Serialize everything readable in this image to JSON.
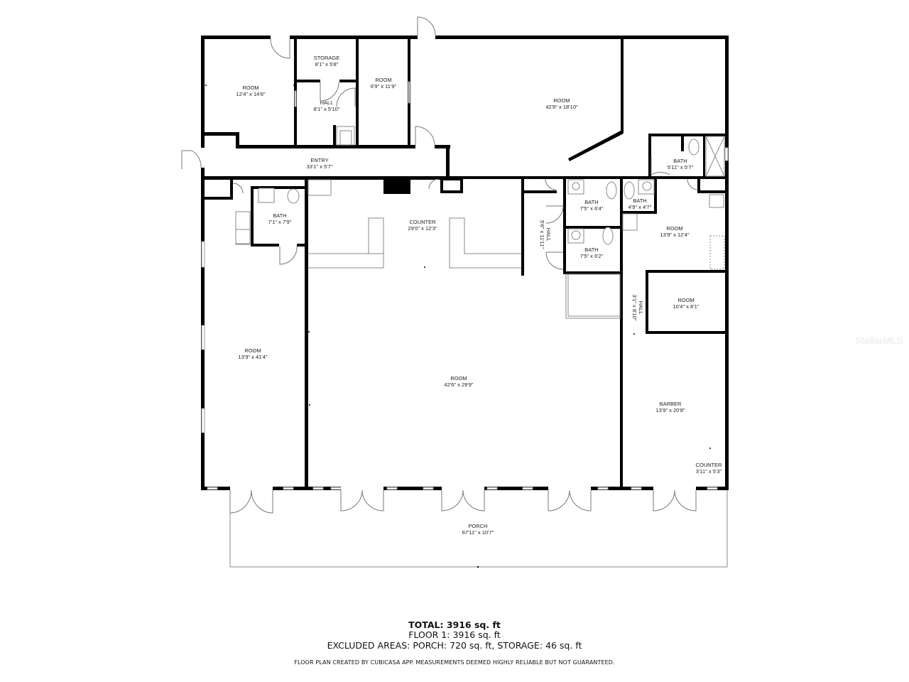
{
  "rooms": [
    {
      "id": "room-nw",
      "name": "ROOM",
      "dims": "12'4\" x 14'6\""
    },
    {
      "id": "storage",
      "name": "STORAGE",
      "dims": "8'1\" x 5'8\""
    },
    {
      "id": "hall-north",
      "name": "HALL",
      "dims": "8'1\" x 5'10\""
    },
    {
      "id": "room-small-north",
      "name": "ROOM",
      "dims": "6'9\" x 11'9\""
    },
    {
      "id": "room-large-north",
      "name": "ROOM",
      "dims": "42'8\" x 18'10\""
    },
    {
      "id": "entry",
      "name": "ENTRY",
      "dims": "33'1\" x 5'7\""
    },
    {
      "id": "bath-ne",
      "name": "BATH",
      "dims": "5'11\" x 5'7\""
    },
    {
      "id": "bath-west",
      "name": "BATH",
      "dims": "7'1\" x 7'9\""
    },
    {
      "id": "counter-main",
      "name": "COUNTER",
      "dims": "29'0\" x 12'3\""
    },
    {
      "id": "hall-center",
      "name": "HALL",
      "dims": "5'6\" x 11'11\""
    },
    {
      "id": "bath-center-upper",
      "name": "BATH",
      "dims": "7'5\" x 6'4\""
    },
    {
      "id": "bath-center-lower",
      "name": "BATH",
      "dims": "7'5\" x 6'2\""
    },
    {
      "id": "bath-small",
      "name": "BATH",
      "dims": "4'9\" x 4'7\""
    },
    {
      "id": "room-east",
      "name": "ROOM",
      "dims": "13'9\" x 12'4\""
    },
    {
      "id": "hall-east",
      "name": "HALL",
      "dims": "3'1\" x 8'10\""
    },
    {
      "id": "room-east-small",
      "name": "ROOM",
      "dims": "10'4\" x 8'1\""
    },
    {
      "id": "room-west-long",
      "name": "ROOM",
      "dims": "13'9\" x 41'4\""
    },
    {
      "id": "room-main",
      "name": "ROOM",
      "dims": "42'6\" x 29'9\""
    },
    {
      "id": "barber",
      "name": "BARBER",
      "dims": "13'9\" x 20'8\""
    },
    {
      "id": "counter-barber",
      "name": "COUNTER",
      "dims": "3'11\" x 5'3\""
    },
    {
      "id": "porch",
      "name": "PORCH",
      "dims": "67'11\" x 10'7\""
    }
  ],
  "summary": {
    "total": "TOTAL: 3916 sq. ft",
    "floor1": "FLOOR 1: 3916 sq. ft",
    "excluded": "EXCLUDED AREAS: PORCH: 720 sq. ft, STORAGE: 46 sq. ft",
    "disclaimer": "FLOOR PLAN CREATED BY CUBICASA APP. MEASUREMENTS DEEMED HIGHLY RELIABLE BUT NOT GUARANTEED."
  },
  "watermark": "StellarMLS",
  "colors": {
    "wall": "#000000",
    "fixture": "#8a8a8a",
    "background": "#ffffff"
  }
}
